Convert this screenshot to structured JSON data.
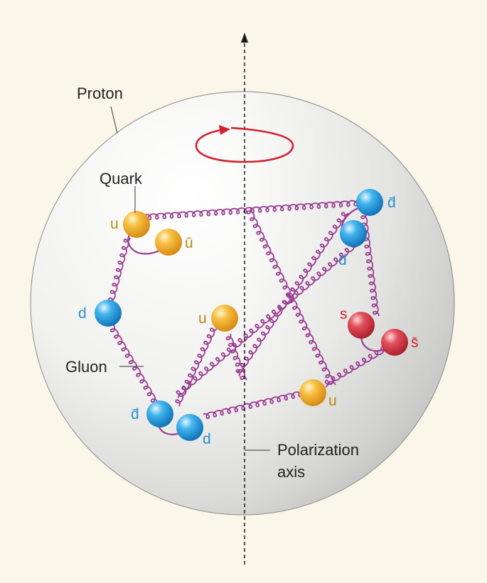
{
  "labels": {
    "proton": "Proton",
    "quark": "Quark",
    "gluon": "Gluon",
    "axis_line1": "Polarization",
    "axis_line2": "axis"
  },
  "particles": [
    {
      "id": "u-topleft",
      "flavor": "u",
      "type": "up",
      "label": "u"
    },
    {
      "id": "ubar-topleft",
      "flavor": "u-bar",
      "type": "up",
      "label": "ū"
    },
    {
      "id": "d-left",
      "flavor": "d",
      "type": "down",
      "label": "d"
    },
    {
      "id": "u-center",
      "flavor": "u",
      "type": "up",
      "label": "u"
    },
    {
      "id": "dbar-topright",
      "flavor": "d-bar",
      "type": "down",
      "label": "d̄"
    },
    {
      "id": "d-topright",
      "flavor": "d",
      "type": "down",
      "label": "d"
    },
    {
      "id": "s-right",
      "flavor": "s",
      "type": "strange",
      "label": "s"
    },
    {
      "id": "sbar-right",
      "flavor": "s-bar",
      "type": "strange",
      "label": "s̄"
    },
    {
      "id": "u-bottomright",
      "flavor": "u",
      "type": "up",
      "label": "u"
    },
    {
      "id": "dbar-bottomleft",
      "flavor": "d-bar",
      "type": "down",
      "label": "d̄"
    },
    {
      "id": "d-bottomleft",
      "flavor": "d",
      "type": "down",
      "label": "d"
    }
  ],
  "colors": {
    "background": "#faf6e9",
    "up_quark": "#e8a21c",
    "up_label": "#b98a12",
    "down_quark": "#1f8fd6",
    "down_label": "#2a8fcf",
    "strange_quark": "#d23a48",
    "strange_label": "#d0252f",
    "gluon": "#9a3c93",
    "rotation_arrow": "#d3202e",
    "axis": "#1a1a1a"
  }
}
